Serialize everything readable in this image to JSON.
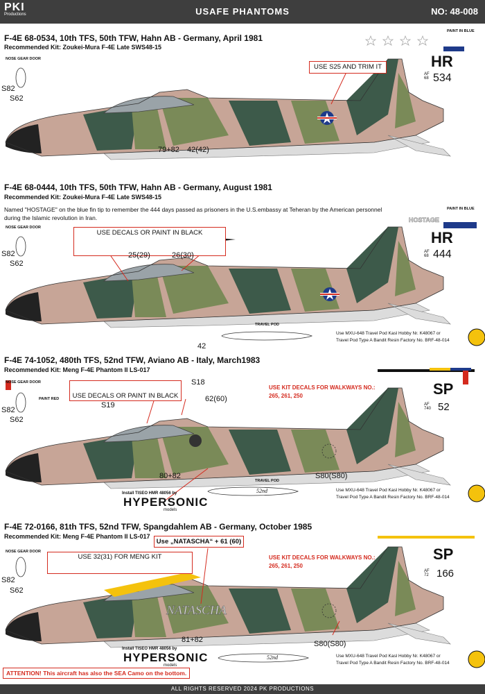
{
  "header": {
    "logo": "PKI",
    "logo_sub": "Productions",
    "title": "USAFE PHANTOMS",
    "code": "NO: 48-008"
  },
  "footer": {
    "text": "ALL RIGHTS RESERVED 2024 PK PRODUCTIONS"
  },
  "common": {
    "nose_gear_door": "NOSE GEAR DOOR",
    "paint_in_blue": "PAINT IN BLUE",
    "travel_pod": "TRAVEL POD",
    "install": "Install TISEO HMR 48056 by",
    "hypersonic": "HYPERSONIC",
    "hypersonic_sub": "models",
    "pod_line1": "Use MXU-648 Travel Pod Kasl Hobby Nr. K48067 or",
    "pod_line2": "Travel Pod Type A  Bandit Resin Factory No. BRF-48-014",
    "walkways_title": "USE KIT DECALS FOR WALKWAYS NO.:",
    "walkways_nums": "265, 261, 250",
    "pod_script": "52nd"
  },
  "s1": {
    "title": "F-4E 68-0534, 10th TFS, 50th TFW, Hahn AB - Germany,  April 1981",
    "kit": "Recommended Kit: Zoukei-Mura F-4E Late SWS48-15",
    "box": "USE S25 AND TRIM IT",
    "code": "HR",
    "serial_prefix": "AF 68",
    "serial": "534",
    "l_s82": "S82",
    "l_s62": "S62",
    "l_79": "79+82",
    "l_42": "42(42)"
  },
  "s2": {
    "title": "F-4E 68-0444, 10th TFS, 50th TFW, Hahn AB - Germany,  August 1981",
    "kit": "Recommended Kit: Zoukei-Mura F-4E Late SWS48-15",
    "desc": "Named \"HOSTAGE\" on the blue fin tip to remember the 444 days passed as prisoners in the U.S.embassy at Teheran by the American personnel during the Islamic revolution in Iran.",
    "box": "USE DECALS OR PAINT IN BLACK",
    "hostage": "HOSTAGE",
    "code": "HR",
    "serial_prefix": "AF 68",
    "serial": "444",
    "l_s82": "S82",
    "l_s62": "S62",
    "l_25": "25(29)",
    "l_26": "26(30)",
    "l_42": "42"
  },
  "s3": {
    "title": "F-4E 74-1052, 480th TFS, 52nd TFW, Aviano AB - Italy,  March1983",
    "kit": "Recommended Kit: Meng F-4E Phantom II LS-017",
    "box": "USE DECALS OR PAINT IN BLACK",
    "paint_red": "PAINT RED",
    "code": "SP",
    "serial_prefix": "AF 740",
    "serial": "52",
    "l_s82": "S82",
    "l_s62": "S62",
    "l_s18": "S18",
    "l_s19": "S19",
    "l_62": "62(60)",
    "l_80": "80+82",
    "l_s80": "S80(S80)"
  },
  "s4": {
    "title": "F-4E 72-0166, 81th TFS, 52nd TFW, Spangdahlem AB - Germany, October 1985",
    "kit": "Recommended Kit: Meng F-4E Phantom II LS-017",
    "box": "USE 32(31) FOR MENG KIT",
    "natascha": "Use „NATASCHA“ + 61 (60)",
    "code": "SP",
    "serial_prefix": "AF 72",
    "serial": "166",
    "l_s82": "S82",
    "l_s62": "S62",
    "l_81": "81+82",
    "l_s80": "S80(S80)",
    "attention": "ATTENTION! This aircraft has also the SEA Camo on the bottom."
  },
  "colors": {
    "tan": "#c7a597",
    "light_green": "#7a8a58",
    "dark_green": "#3d5a4a",
    "underside": "#dcdcdc",
    "red": "#d42a1e",
    "blue": "#1e3a8a"
  }
}
